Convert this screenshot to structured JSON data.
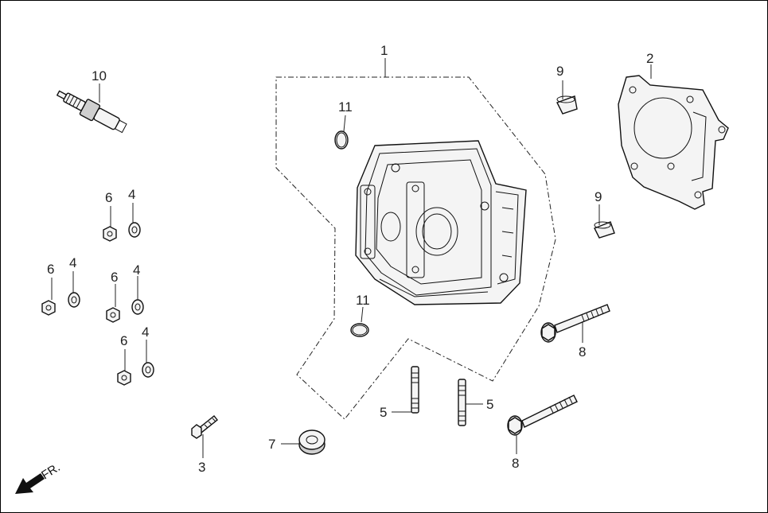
{
  "diagram": {
    "callouts": [
      "1",
      "2",
      "3",
      "4",
      "5",
      "6",
      "7",
      "8",
      "9",
      "10",
      "11"
    ],
    "front_marker": "FR."
  }
}
